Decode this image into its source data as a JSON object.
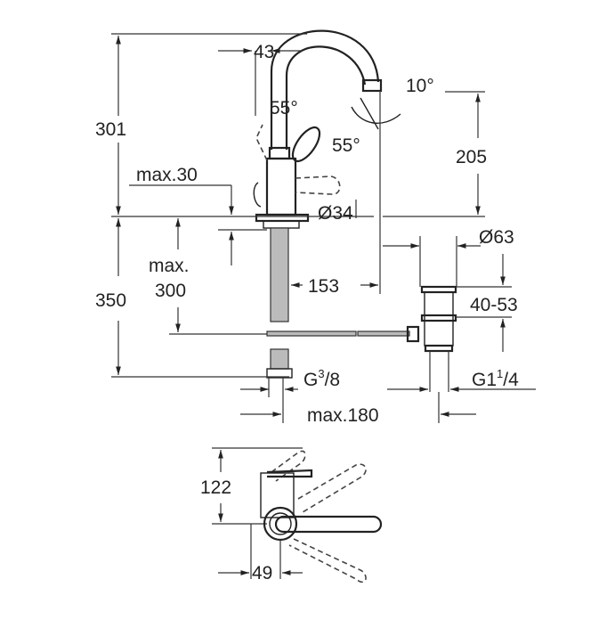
{
  "drawing": {
    "side_view": {
      "height_total": "301",
      "spout_reach_top": "43",
      "spout_angle": "10°",
      "handle_angle_left": "55°",
      "handle_angle_right": "55°",
      "spout_height": "205",
      "max_deck_thickness": "max.30",
      "base_diameter": "Ø34",
      "max_label": "max.",
      "max_value": "300",
      "below_height": "350",
      "spout_reach": "153",
      "drain_diameter": "Ø63",
      "drain_range": "40-53",
      "inlet_thread_main": "G",
      "inlet_thread_num": "3",
      "inlet_thread_den": "/8",
      "drain_thread_main": "G1",
      "drain_thread_num": "1",
      "drain_thread_den": "/4",
      "max_distance": "max.180"
    },
    "top_view": {
      "depth": "122",
      "offset": "49"
    }
  }
}
